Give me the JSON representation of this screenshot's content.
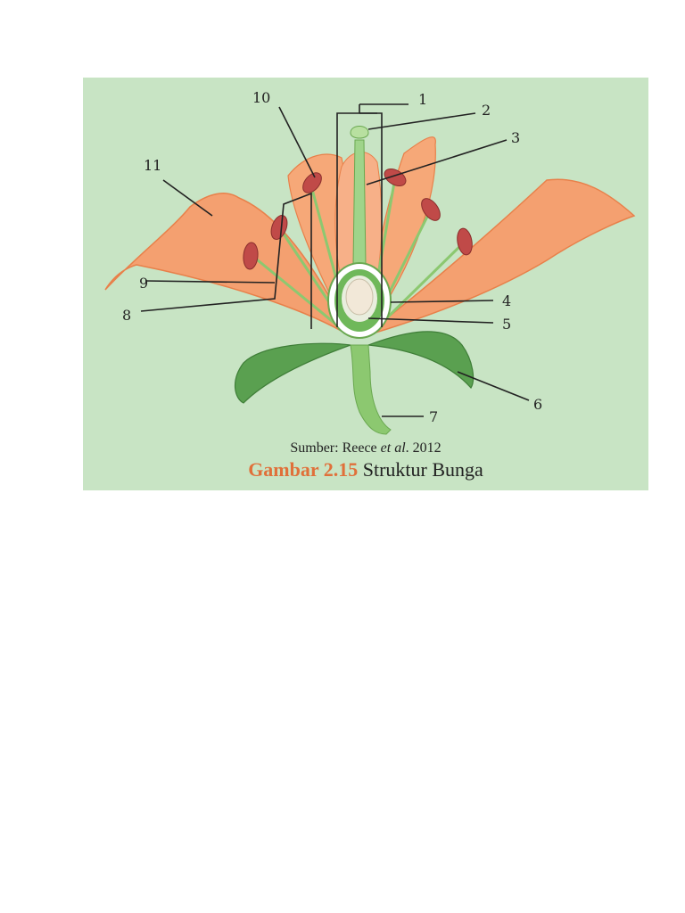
{
  "figure": {
    "labels": [
      "1",
      "2",
      "3",
      "4",
      "5",
      "6",
      "7",
      "8",
      "9",
      "10",
      "11"
    ],
    "caption": {
      "source_prefix": "Sumber: Reece ",
      "source_italic": "et al",
      "source_suffix": ". 2012",
      "figure_number": "Gambar 2.15",
      "title": "Struktur Bunga"
    },
    "colors": {
      "background": "#c8e4c4",
      "petal": "#f4a070",
      "petal_dark": "#e8804a",
      "anther": "#c04a48",
      "stem": "#8cc870",
      "leaf": "#5aa050",
      "caption_accent": "#e0703a"
    }
  }
}
